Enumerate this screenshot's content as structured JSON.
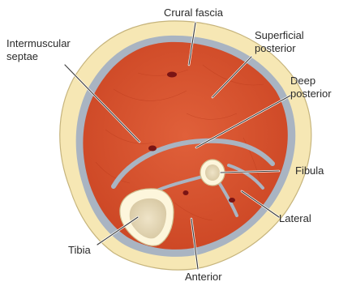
{
  "diagram": {
    "labels": {
      "crural_fascia": "Crural fascia",
      "superficial_posterior_line1": "Superficial",
      "superficial_posterior_line2": "posterior",
      "intermuscular_septae_line1": "Intermuscular",
      "intermuscular_septae_line2": "septae",
      "deep_posterior_line1": "Deep",
      "deep_posterior_line2": "posterior",
      "fibula": "Fibula",
      "lateral": "Lateral",
      "tibia": "Tibia",
      "anterior": "Anterior"
    },
    "colors": {
      "skin_fat": "#f6e7b4",
      "fascia": "#a9b4c2",
      "muscle": "#d9512e",
      "muscle_dark": "#c4401f",
      "bone_cortex": "#fdf6dc",
      "bone_marrow": "#e8dcc0",
      "vessel": "#7a1414"
    }
  }
}
